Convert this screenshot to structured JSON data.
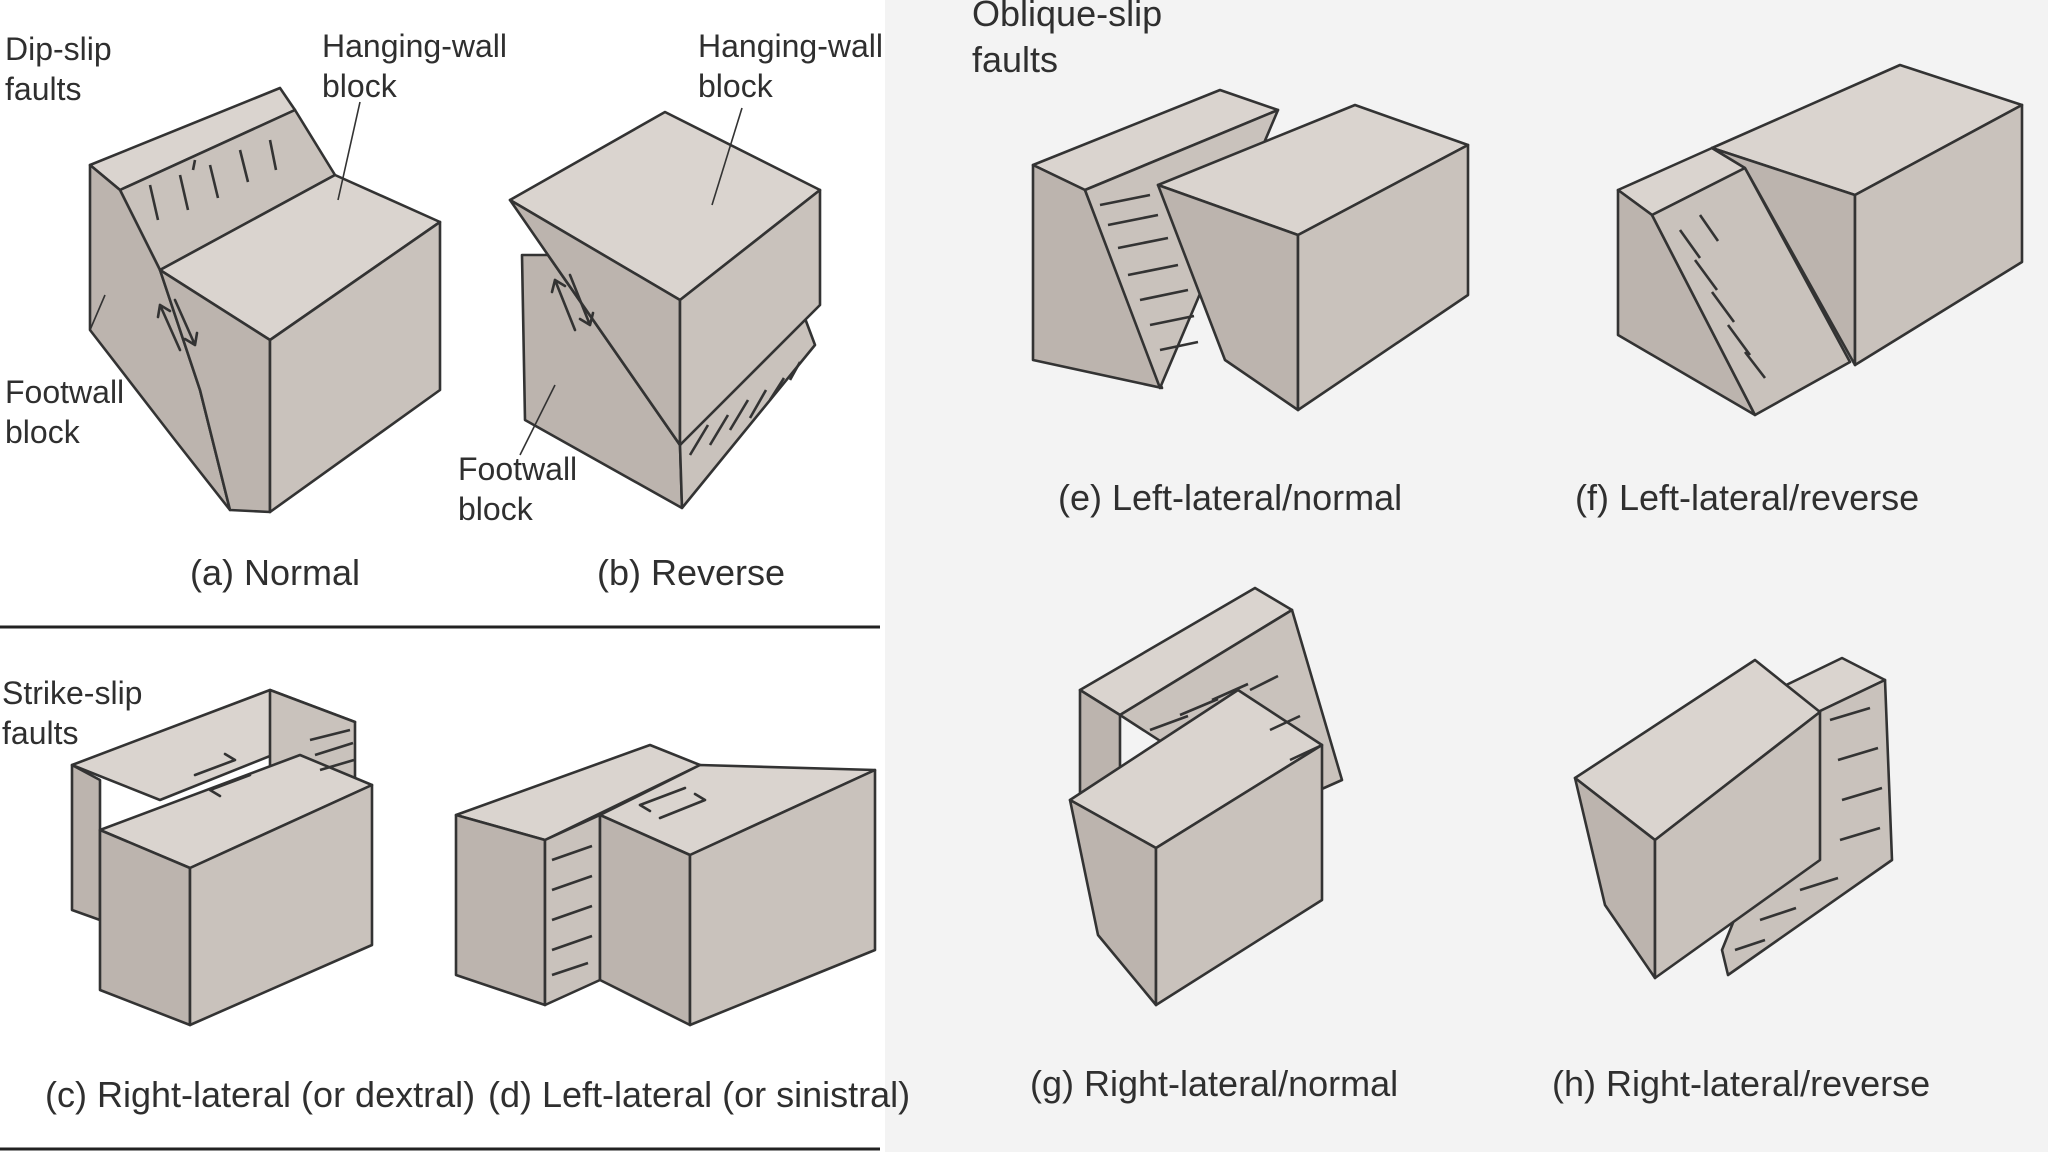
{
  "sections": {
    "dip_slip": {
      "title_line1": "Dip-slip",
      "title_line2": "faults"
    },
    "strike_slip": {
      "title_line1": "Strike-slip",
      "title_line2": "faults"
    },
    "oblique_slip": {
      "title_line1": "Oblique-slip",
      "title_line2": "faults"
    }
  },
  "annotations": {
    "hanging_wall_a": {
      "line1": "Hanging-wall",
      "line2": "block"
    },
    "footwall_a": {
      "line1": "Footwall",
      "line2": "block"
    },
    "hanging_wall_b": {
      "line1": "Hanging-wall",
      "line2": "block"
    },
    "footwall_b": {
      "line1": "Footwall",
      "line2": "block"
    }
  },
  "captions": {
    "a": "(a)  Normal",
    "b": "(b)  Reverse",
    "c": "(c)  Right-lateral (or dextral)",
    "d": "(d)  Left-lateral (or sinistral)",
    "e": "(e)  Left-lateral/normal",
    "f": "(f)  Left-lateral/reverse",
    "g": "(g)  Right-lateral/normal",
    "h": "(h)  Right-lateral/reverse"
  },
  "colors": {
    "block_top": "#dad4cf",
    "block_side": "#c9c2bc",
    "block_front": "#bcb4ae",
    "outline": "#333333"
  }
}
